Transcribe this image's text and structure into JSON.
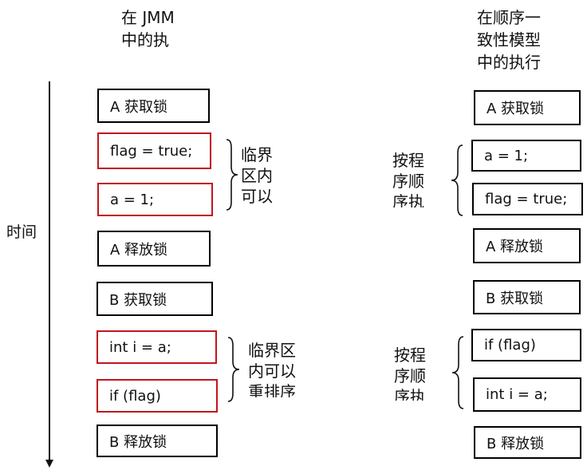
{
  "left_header": [
    "在 JMM",
    "中的执"
  ],
  "right_header": [
    "在顺序一",
    "致性模型",
    "中的执行"
  ],
  "time_label": "时间",
  "left_steps": [
    {
      "text": "A 获取锁",
      "highlight": false
    },
    {
      "text": "flag = true;",
      "highlight": true
    },
    {
      "text": "a = 1;",
      "highlight": true
    },
    {
      "text": "A 释放锁",
      "highlight": false
    },
    {
      "text": "B 获取锁",
      "highlight": false
    },
    {
      "text": "int i = a;",
      "highlight": true
    },
    {
      "text": "if (flag)",
      "highlight": true
    },
    {
      "text": "B 释放锁",
      "highlight": false
    }
  ],
  "right_steps": [
    {
      "text": "A 获取锁"
    },
    {
      "text": "a = 1;"
    },
    {
      "text": "flag = true;"
    },
    {
      "text": "A 释放锁"
    },
    {
      "text": "B 获取锁"
    },
    {
      "text": "if (flag)"
    },
    {
      "text": "int i = a;"
    },
    {
      "text": "B 释放锁"
    }
  ],
  "left_notes": [
    [
      "临界",
      "区内",
      "可以"
    ],
    [
      "临界区",
      "内可以",
      "重排序"
    ]
  ],
  "right_notes": [
    [
      "按程",
      "序顺",
      "序执"
    ],
    [
      "按程",
      "序顺",
      "序执"
    ]
  ],
  "colors": {
    "highlight_border": "#c0161d",
    "border": "#000000"
  }
}
